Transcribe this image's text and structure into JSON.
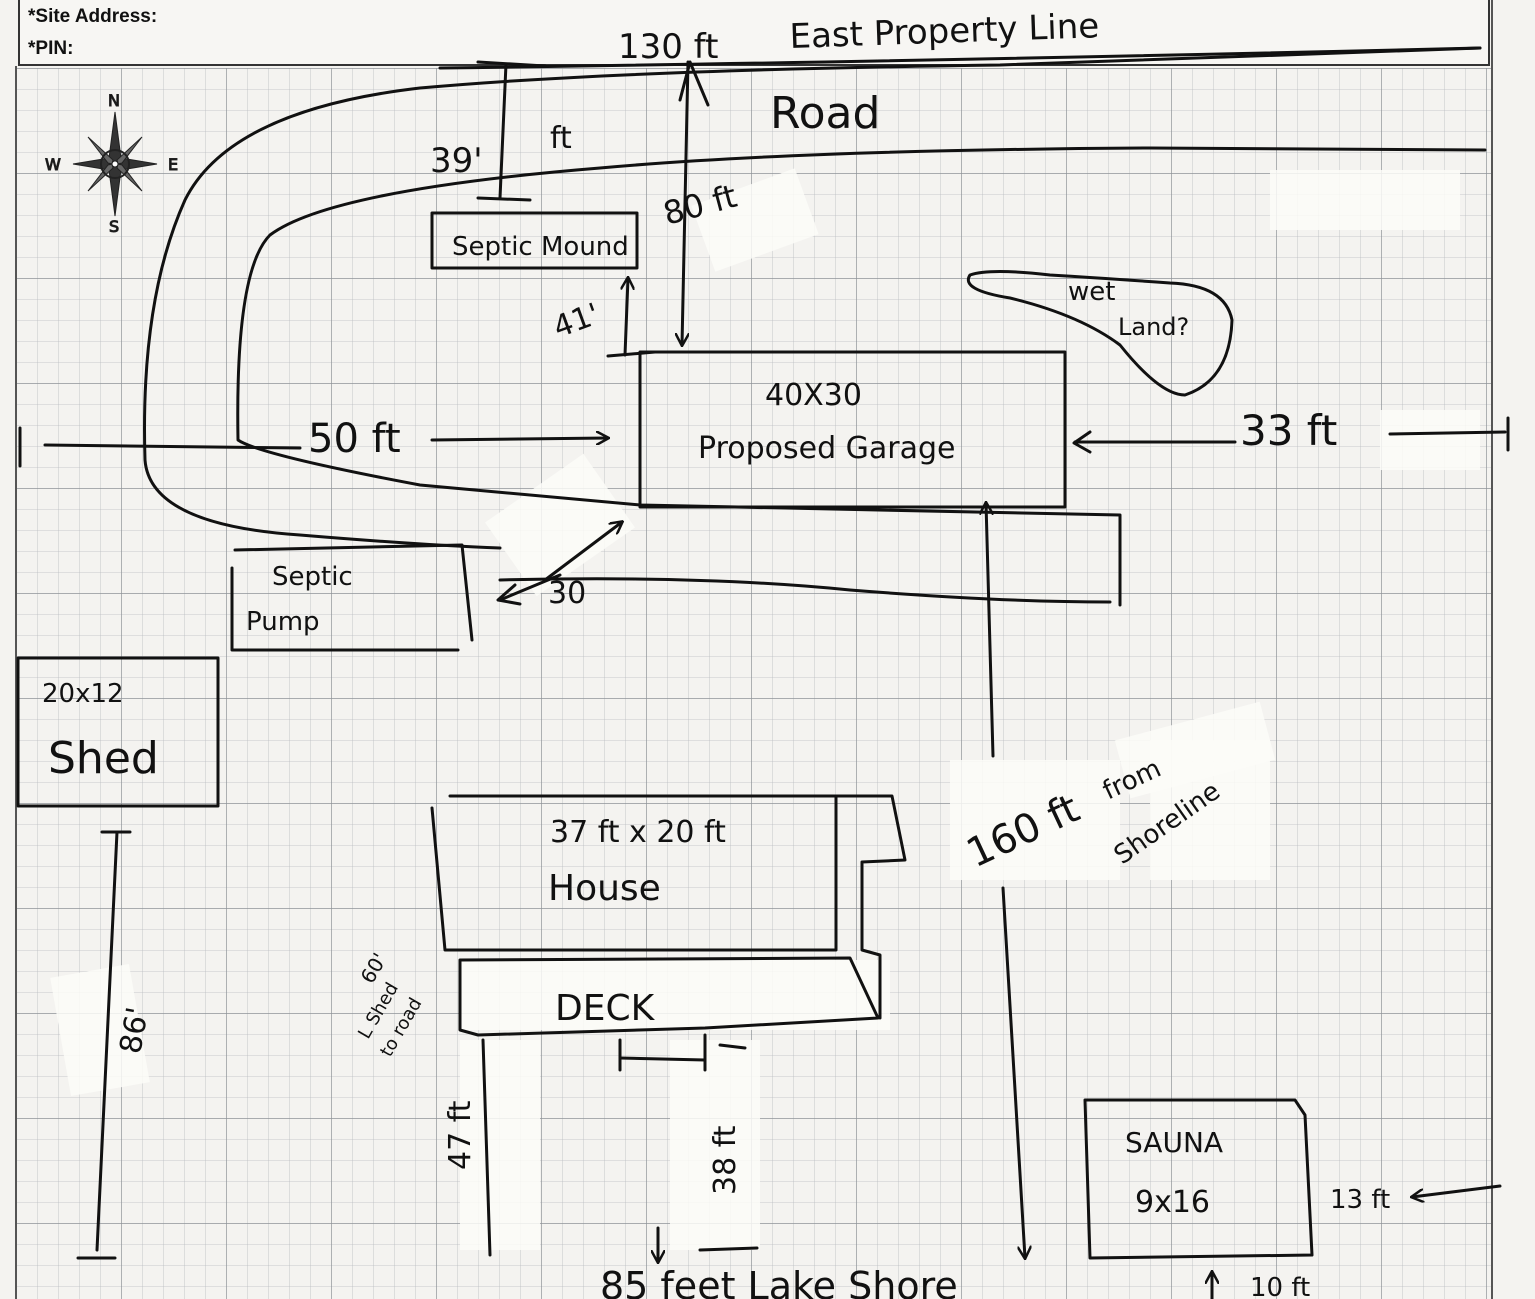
{
  "form": {
    "site_address_label": "*Site Address:",
    "pin_label": "*PIN:"
  },
  "compass": {
    "n": "N",
    "s": "S",
    "e": "E",
    "w": "W"
  },
  "labels": {
    "east_line_dim": "130 ft",
    "east_line": "East Property Line",
    "road": "Road",
    "dim_39": "39'",
    "dim_39_unit": "ft",
    "dim_80": "80 ft",
    "septic_mound": "Septic Mound",
    "dim_41": "41'",
    "wetland_1": "wet",
    "wetland_2": "Land?",
    "garage_size": "40X30",
    "garage_name": "Proposed Garage",
    "dim_50": "50 ft",
    "dim_33": "33 ft",
    "septic_pump_1": "Septic",
    "septic_pump_2": "Pump",
    "dim_30": "30",
    "shed_size": "20x12",
    "shed_name": "Shed",
    "house_size": "37 ft x 20 ft",
    "house_name": "House",
    "dim_160": "160 ft",
    "from_shoreline_1": "from",
    "from_shoreline_2": "Shoreline",
    "dim_60_1": "60'",
    "dim_60_2": "L Shed",
    "dim_60_3": "to road",
    "deck": "DECK",
    "dim_86": "86'",
    "dim_47": "47 ft",
    "dim_38": "38 ft",
    "sauna_name": "SAUNA",
    "sauna_size": "9x16",
    "dim_13": "13 ft",
    "lake_shore": "85 feet Lake Shore",
    "dim_10": "10 ft"
  }
}
